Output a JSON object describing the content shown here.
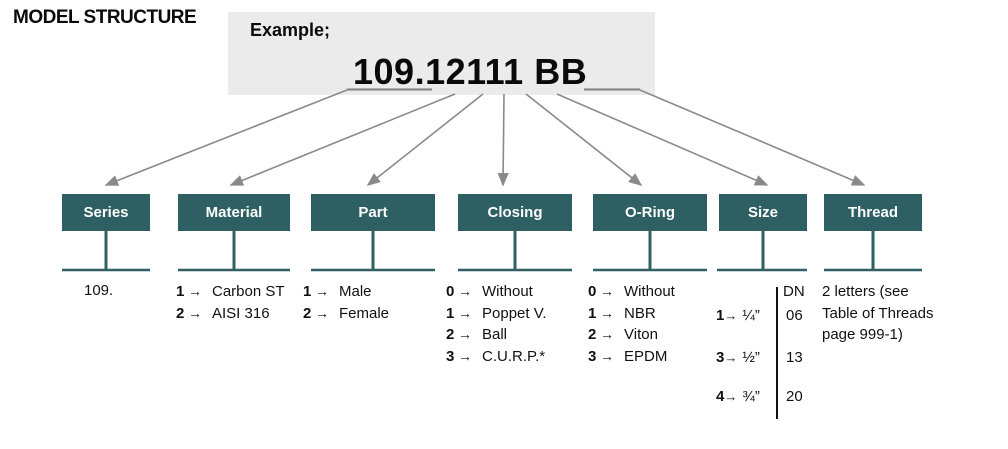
{
  "title": "MODEL STRUCTURE",
  "example": {
    "label": "Example;",
    "code": "109.12111 BB"
  },
  "glyphs": {
    "arrow": "→"
  },
  "colors": {
    "box_teal": "#2e5f62",
    "arrow_gray": "#8a8a8a",
    "example_bg": "#ebebeb",
    "text": "#111111"
  },
  "columns": [
    {
      "label": "Series",
      "value": "109."
    },
    {
      "label": "Material",
      "options": [
        {
          "code": "1",
          "label": "Carbon ST"
        },
        {
          "code": "2",
          "label": "AISI 316"
        }
      ]
    },
    {
      "label": "Part",
      "options": [
        {
          "code": "1",
          "label": "Male"
        },
        {
          "code": "2",
          "label": "Female"
        }
      ]
    },
    {
      "label": "Closing",
      "options": [
        {
          "code": "0",
          "label": "Without"
        },
        {
          "code": "1",
          "label": "Poppet V."
        },
        {
          "code": "2",
          "label": "Ball"
        },
        {
          "code": "3",
          "label": "C.U.R.P.*"
        }
      ]
    },
    {
      "label": "O-Ring",
      "options": [
        {
          "code": "0",
          "label": "Without"
        },
        {
          "code": "1",
          "label": "NBR"
        },
        {
          "code": "2",
          "label": "Viton"
        },
        {
          "code": "3",
          "label": "EPDM"
        }
      ]
    },
    {
      "label": "Size",
      "dn_header": "DN",
      "options": [
        {
          "code": "1",
          "label": "¼”",
          "dn": "06"
        },
        {
          "code": "3",
          "label": "½”",
          "dn": "13"
        },
        {
          "code": "4",
          "label": "¾”",
          "dn": "20"
        }
      ]
    },
    {
      "label": "Thread",
      "note_lines": [
        "2 letters (see",
        "Table of Threads",
        "page 999-1)"
      ]
    }
  ]
}
